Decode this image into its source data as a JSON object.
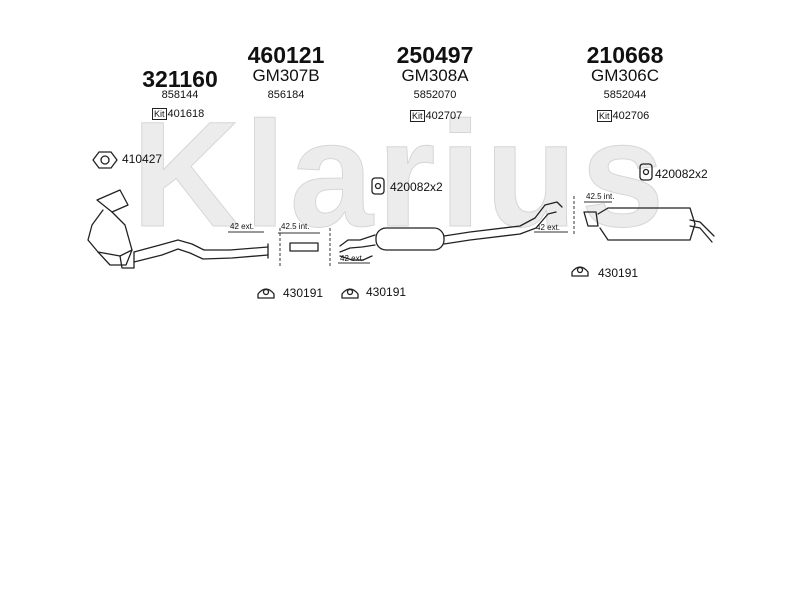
{
  "brand": {
    "watermark": "Klarius"
  },
  "parts": [
    {
      "number": "321160",
      "model": "",
      "ref": "858144",
      "kit": "401618"
    },
    {
      "number": "460121",
      "model": "GM307B",
      "ref": "856184",
      "kit": ""
    },
    {
      "number": "250497",
      "model": "GM308A",
      "ref": "5852070",
      "kit": "402707"
    },
    {
      "number": "210668",
      "model": "GM306C",
      "ref": "5852044",
      "kit": "402706"
    }
  ],
  "kit_badge": "Kit",
  "components": {
    "ring": "410427",
    "hanger_mid": "420082x2",
    "hanger_right": "420082x2",
    "clamp_right": "430191",
    "clamp_left1": "430191",
    "clamp_left2": "430191"
  },
  "sizes": {
    "s1": "42 ext.",
    "s2": "42.5 int.",
    "s3": "42 ext.",
    "s4": "42.5 int.",
    "s5": "42 ext."
  }
}
